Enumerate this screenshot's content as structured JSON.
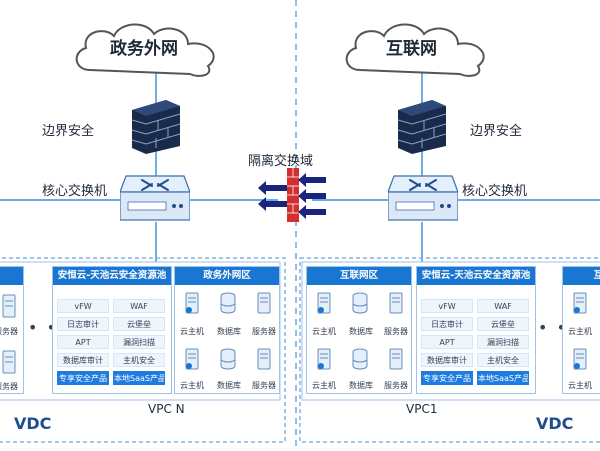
{
  "clouds": {
    "left": "政务外网",
    "right": "互联网"
  },
  "labels": {
    "border_security_left": "边界安全",
    "border_security_right": "边界安全",
    "core_switch_left": "核心交换机",
    "core_switch_right": "核心交换机",
    "isolation_zone": "隔离交换域"
  },
  "left_vdc": {
    "pool": {
      "title": "安恒云-天池云安全资源池",
      "items": [
        "vFW",
        "WAF",
        "日志审计",
        "云堡垒",
        "APT",
        "漏洞扫描",
        "数据库审计",
        "主机安全"
      ],
      "highlight": [
        "专享安全产品",
        "本地SaaS产品"
      ]
    },
    "zone": {
      "title": "政务外网区",
      "devices": [
        "云主机",
        "数据库",
        "服务器",
        "云主机",
        "数据库",
        "服务器"
      ]
    },
    "edge_devices": [
      "服务器",
      "服务器"
    ],
    "ellipsis": "• • •",
    "vpc": "VPC N",
    "vdc": "VDC"
  },
  "right_vdc": {
    "zone": {
      "title": "互联网区",
      "devices": [
        "云主机",
        "数据库",
        "服务器",
        "云主机",
        "数据库",
        "服务器"
      ]
    },
    "pool": {
      "title": "安恒云-天池云安全资源池",
      "items": [
        "vFW",
        "WAF",
        "日志审计",
        "云堡垒",
        "APT",
        "漏洞扫描",
        "数据库审计",
        "主机安全"
      ],
      "highlight": [
        "专享安全产品",
        "本地SaaS产品"
      ]
    },
    "edge_devices": [
      "云主机",
      "云主机"
    ],
    "edge_title": "互",
    "ellipsis": "• • •",
    "vpc": "VPC1",
    "vdc": "VDC"
  },
  "colors": {
    "accent": "#1976d2",
    "firewall_red": "#d32f2f",
    "arrow_navy": "#1a237e",
    "dashed_border": "#6fa8dc"
  }
}
